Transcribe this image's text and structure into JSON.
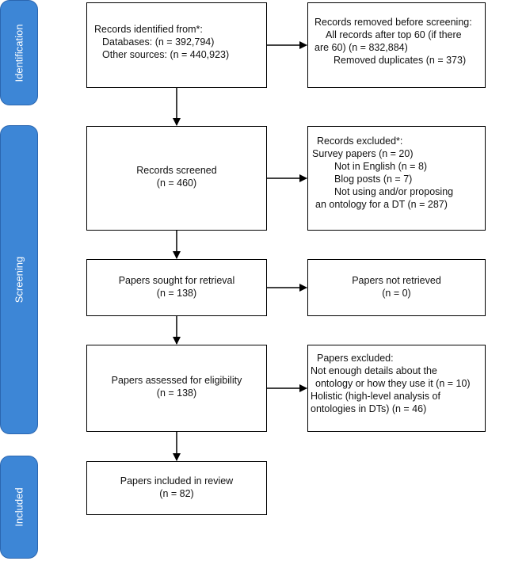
{
  "phases": {
    "identification": "Identification",
    "screening": "Screening",
    "included": "Included"
  },
  "identified": {
    "title": "Records identified from*:",
    "databases": "Databases: (n = 392,794)",
    "other": "Other sources: (n = 440,923)"
  },
  "removed": {
    "title": "Records removed before screening:",
    "line1": "All records after top 60 (if there",
    "line2": "are 60) (n = 832,884)",
    "line3": "Removed duplicates (n = 373)"
  },
  "screened": {
    "title": "Records screened",
    "count": "(n = 460)"
  },
  "excluded": {
    "title": "Records excluded*:",
    "survey": "Survey papers (n = 20)",
    "english": "Not in English (n = 8)",
    "blog": "Blog posts (n = 7)",
    "ontology1": "Not using and/or proposing",
    "ontology2": "an ontology for a DT (n = 287)"
  },
  "sought": {
    "title": "Papers sought for retrieval",
    "count": "(n = 138)"
  },
  "not_retrieved": {
    "title": "Papers not retrieved",
    "count": "(n = 0)"
  },
  "assessed": {
    "title": "Papers assessed for eligibility",
    "count": "(n = 138)"
  },
  "papers_excluded": {
    "title": "Papers excluded:",
    "line1": "Not enough details about the",
    "line2": "ontology or how they use it (n = 10)",
    "line3": "Holistic (high-level analysis of",
    "line4": "ontologies in DTs) (n = 46)"
  },
  "included_review": {
    "title": "Papers included in review",
    "count": "(n = 82)"
  }
}
